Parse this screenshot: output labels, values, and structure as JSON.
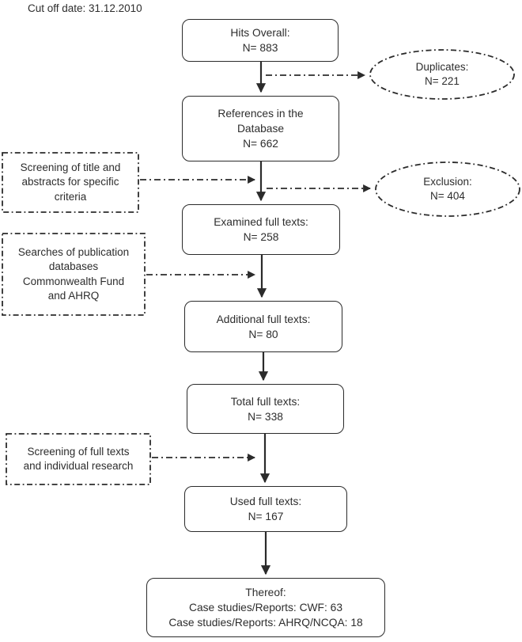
{
  "title": "Cut off date: 31.12.2010",
  "flow": {
    "boxes": [
      {
        "name": "hits-overall",
        "lines": [
          "Hits Overall:",
          "N= 883"
        ]
      },
      {
        "name": "references-in-database",
        "lines": [
          "References in the",
          "Database",
          "N= 662"
        ]
      },
      {
        "name": "examined-full-texts",
        "lines": [
          "Examined full texts:",
          "N= 258"
        ]
      },
      {
        "name": "additional-full-texts",
        "lines": [
          "Additional full texts:",
          "N= 80"
        ]
      },
      {
        "name": "total-full-texts",
        "lines": [
          "Total full texts:",
          "N= 338"
        ]
      },
      {
        "name": "used-full-texts",
        "lines": [
          "Used full texts:",
          "N= 167"
        ]
      },
      {
        "name": "thereof-breakdown",
        "lines": [
          "Thereof:",
          "Case studies/Reports: CWF: 63",
          "Case studies/Reports: AHRQ/NCQA: 18"
        ]
      }
    ],
    "side_notes": [
      {
        "name": "screening-title-abstracts",
        "lines": [
          "Screening of title and",
          "abstracts for specific",
          "criteria"
        ]
      },
      {
        "name": "searches-publication-databases",
        "lines": [
          "Searches of publication",
          "databases",
          "Commonwealth Fund",
          "and AHRQ"
        ]
      },
      {
        "name": "screening-full-texts",
        "lines": [
          "Screening of full texts",
          "and individual research"
        ]
      }
    ],
    "exclusions": [
      {
        "name": "duplicates",
        "lines": [
          "Duplicates:",
          "N= 221"
        ]
      },
      {
        "name": "exclusion",
        "lines": [
          "Exclusion:",
          "N= 404"
        ]
      }
    ]
  },
  "colors": {
    "stroke": "#2b2b2b",
    "text": "#2d2d2d",
    "background": "#ffffff"
  }
}
